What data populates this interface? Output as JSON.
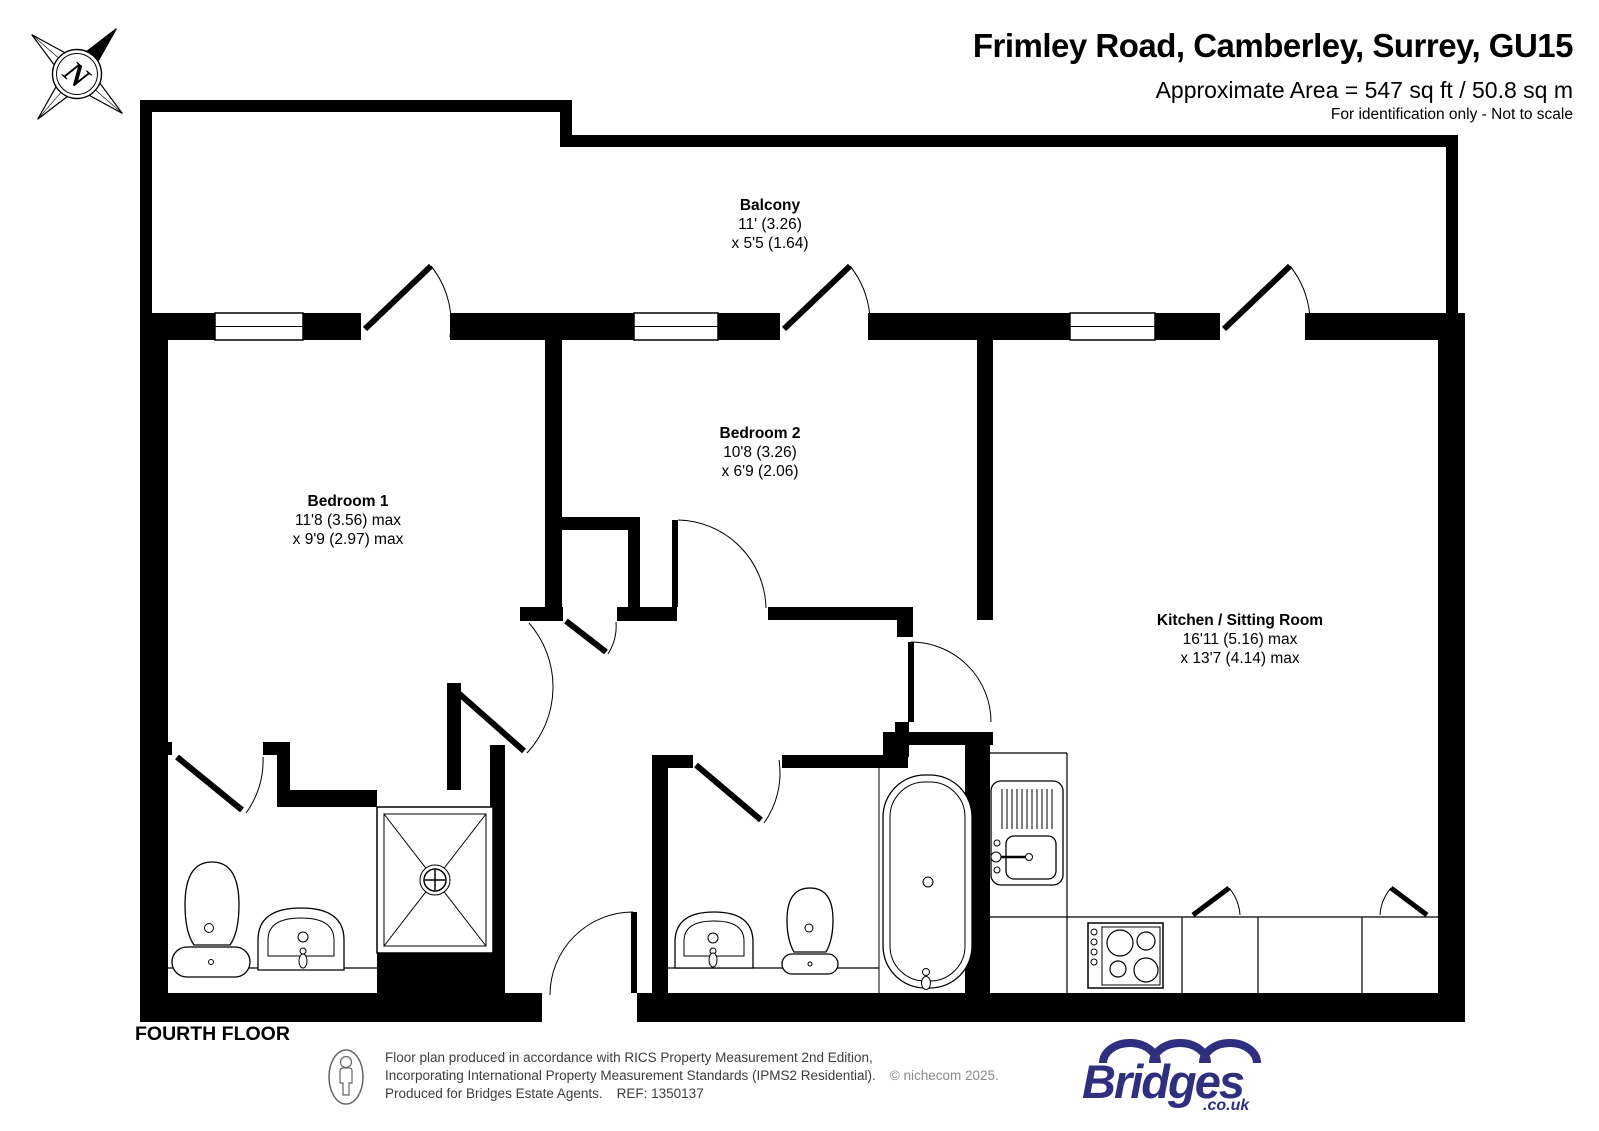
{
  "header": {
    "title": "Frimley Road, Camberley, Surrey, GU15",
    "area": "Approximate Area = 547 sq ft / 50.8 sq m",
    "disclaimer": "For identification only - Not to scale"
  },
  "compass": {
    "letter": "N"
  },
  "rooms": [
    {
      "id": "balcony",
      "name": "Balcony",
      "dim1": "11' (3.26)",
      "dim2": "x 5'5 (1.64)"
    },
    {
      "id": "bedroom1",
      "name": "Bedroom 1",
      "dim1": "11'8 (3.56) max",
      "dim2": "x 9'9 (2.97) max"
    },
    {
      "id": "bedroom2",
      "name": "Bedroom 2",
      "dim1": "10'8 (3.26)",
      "dim2": "x 6'9 (2.06)"
    },
    {
      "id": "kitchen",
      "name": "Kitchen / Sitting Room",
      "dim1": "16'11 (5.16) max",
      "dim2": "x 13'7 (4.14) max"
    }
  ],
  "floor_label": "FOURTH FLOOR",
  "footer": {
    "line1": "Floor plan produced in accordance with RICS Property Measurement 2nd Edition,",
    "line2": "Incorporating International Property Measurement Standards (IPMS2 Residential).",
    "copyright": "© nichecom 2025.",
    "line3": "Produced for Bridges Estate Agents.",
    "ref": "REF: 1350137"
  },
  "logo": {
    "brand": "Bridges",
    "suffix": ".co.uk",
    "color": "#2f2f80"
  }
}
